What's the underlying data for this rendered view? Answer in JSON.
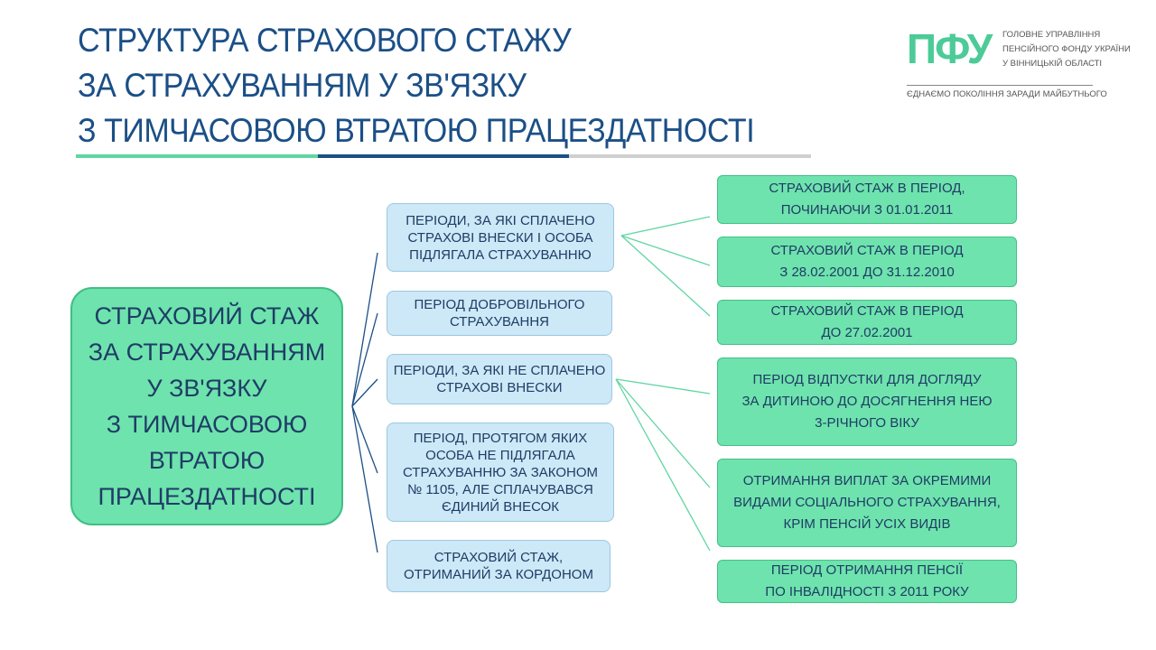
{
  "title": {
    "line1": "СТРУКТУРА СТРАХОВОГО СТАЖУ",
    "line2": "ЗА СТРАХУВАННЯМ У ЗВ'ЯЗКУ",
    "line3": "З ТИМЧАСОВОЮ ВТРАТОЮ ПРАЦЕЗДАТНОСТІ"
  },
  "logo": {
    "mark": "ПФУ",
    "line1": "ГОЛОВНЕ УПРАВЛІННЯ",
    "line2": "ПЕНСІЙНОГО ФОНДУ УКРАЇНИ",
    "line3": "У ВІННИЦЬКІЙ ОБЛАСТІ",
    "slogan": "ЄДНАЄМО ПОКОЛІННЯ ЗАРАДИ МАЙБУТНЬОГО"
  },
  "diagram": {
    "main": "СТРАХОВИЙ СТАЖ\nЗА СТРАХУВАННЯМ\nУ ЗВ'ЯЗКУ\nЗ ТИМЧАСОВОЮ\nВТРАТОЮ\nПРАЦЕЗДАТНОСТІ",
    "mid": [
      "ПЕРІОДИ, ЗА ЯКІ СПЛАЧЕНО\nСТРАХОВІ ВНЕСКИ І ОСОБА\nПІДЛЯГАЛА СТРАХУВАННЮ",
      "ПЕРІОД ДОБРОВІЛЬНОГО\nСТРАХУВАННЯ",
      "ПЕРІОДИ, ЗА ЯКІ НЕ СПЛАЧЕНО\nСТРАХОВІ ВНЕСКИ",
      "ПЕРІОД, ПРОТЯГОМ ЯКИХ\nОСОБА НЕ ПІДЛЯГАЛА\nСТРАХУВАННЮ ЗА ЗАКОНОМ\n№ 1105, АЛЕ СПЛАЧУВАВСЯ\nЄДИНИЙ ВНЕСОК",
      "СТРАХОВИЙ СТАЖ,\nОТРИМАНИЙ ЗА КОРДОНОМ"
    ],
    "right": [
      "СТРАХОВИЙ СТАЖ В ПЕРІОД,\nПОЧИНАЮЧИ З 01.01.2011",
      "СТРАХОВИЙ СТАЖ В ПЕРІОД\nЗ 28.02.2001 ДО 31.12.2010",
      "СТРАХОВИЙ СТАЖ В ПЕРІОД\nДО 27.02.2001",
      "ПЕРІОД ВІДПУСТКИ ДЛЯ ДОГЛЯДУ\nЗА ДИТИНОЮ ДО ДОСЯГНЕННЯ НЕЮ\n3-РІЧНОГО ВІКУ",
      "ОТРИМАННЯ ВИПЛАТ ЗА ОКРЕМИМИ\nВИДАМИ СОЦІАЛЬНОГО СТРАХУВАННЯ,\nКРІМ ПЕНСІЙ УСІХ ВИДІВ",
      "ПЕРІОД ОТРИМАННЯ ПЕНСІЇ\nПО ІНВАЛІДНОСТІ З 2011 РОКУ"
    ]
  }
}
